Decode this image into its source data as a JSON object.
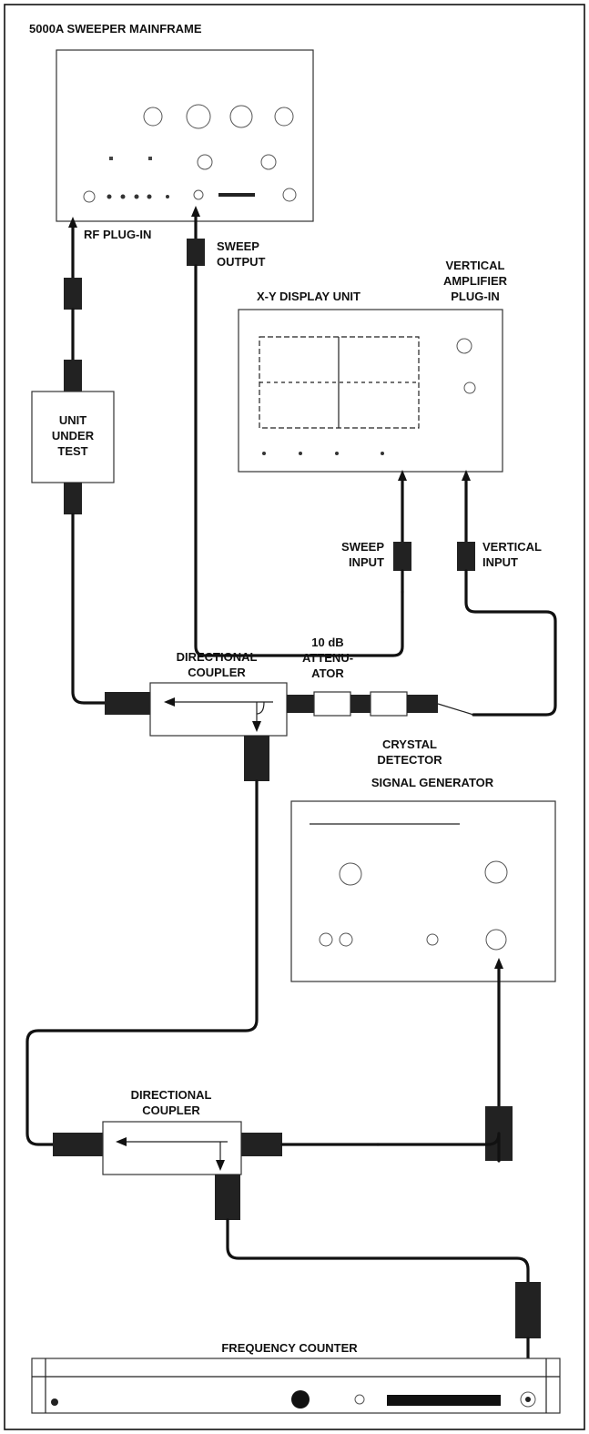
{
  "title": "5000A SWEEPER MAINFRAME",
  "labels": {
    "rf_plugin": "RF PLUG-IN",
    "sweep_output_1": "SWEEP",
    "sweep_output_2": "OUTPUT",
    "xy_display": "X-Y DISPLAY UNIT",
    "vert_amp_1": "VERTICAL",
    "vert_amp_2": "AMPLIFIER",
    "vert_amp_3": "PLUG-IN",
    "uut_1": "UNIT",
    "uut_2": "UNDER",
    "uut_3": "TEST",
    "sweep_input_1": "SWEEP",
    "sweep_input_2": "INPUT",
    "vertical_input_1": "VERTICAL",
    "vertical_input_2": "INPUT",
    "dc1_1": "DIRECTIONAL",
    "dc1_2": "COUPLER",
    "atten_1": "10 dB",
    "atten_2": "ATTENU-",
    "atten_3": "ATOR",
    "crystal_1": "CRYSTAL",
    "crystal_2": "DETECTOR",
    "signal_generator": "SIGNAL GENERATOR",
    "dc2_1": "DIRECTIONAL",
    "dc2_2": "COUPLER",
    "frequency_counter": "FREQUENCY COUNTER"
  }
}
